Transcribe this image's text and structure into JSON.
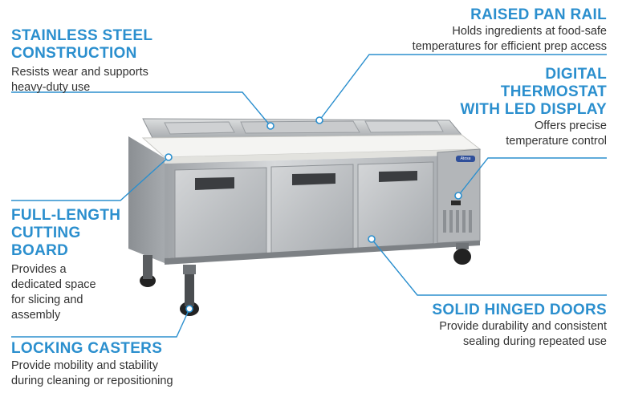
{
  "colors": {
    "accent": "#2b8fce",
    "text": "#333333",
    "steel": "#b9bcbf"
  },
  "features": {
    "stainless": {
      "title_lines": [
        "STAINLESS STEEL",
        "CONSTRUCTION"
      ],
      "desc_lines": [
        "Resists wear and supports",
        "heavy-duty use"
      ]
    },
    "pan_rail": {
      "title_lines": [
        "RAISED PAN RAIL"
      ],
      "desc_lines": [
        "Holds ingredients at food-safe",
        "temperatures for efficient prep access"
      ]
    },
    "thermostat": {
      "title_lines": [
        "DIGITAL",
        "THERMOSTAT",
        "WITH LED DISPLAY"
      ],
      "desc_lines": [
        "Offers precise",
        "temperature control"
      ]
    },
    "cutting_board": {
      "title_lines": [
        "FULL-LENGTH",
        "CUTTING",
        "BOARD"
      ],
      "desc_lines": [
        "Provides a",
        "dedicated space",
        "for slicing and",
        "assembly"
      ]
    },
    "doors": {
      "title_lines": [
        "SOLID HINGED DOORS"
      ],
      "desc_lines": [
        "Provide durability and consistent",
        "sealing during repeated use"
      ]
    },
    "casters": {
      "title_lines": [
        "LOCKING CASTERS"
      ],
      "desc_lines": [
        "Provide mobility and stability",
        "during cleaning or repositioning"
      ]
    }
  },
  "product": {
    "brand_badge": "Atosa"
  }
}
